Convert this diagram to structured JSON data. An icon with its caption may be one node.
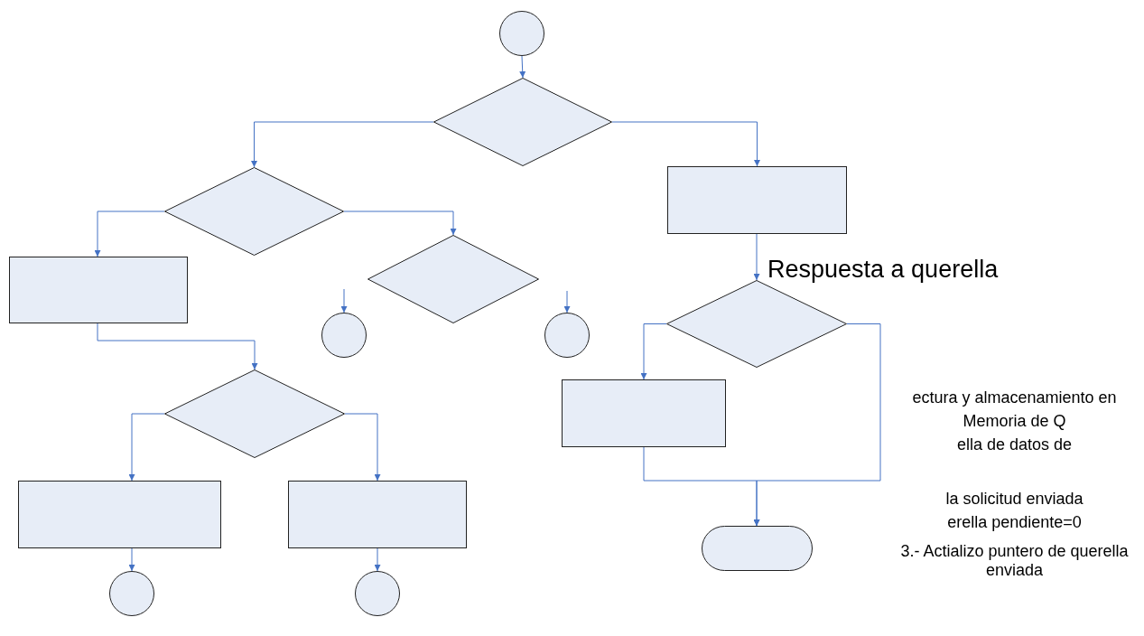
{
  "diagram": {
    "nodes": [
      {
        "text": [],
        "shape": "circle"
      },
      {
        "text": [],
        "shape": "diamond"
      },
      {
        "text": [],
        "shape": "diamond"
      },
      {
        "text": [],
        "shape": "box"
      },
      {
        "text": [],
        "shape": "box"
      },
      {
        "text": [],
        "shape": "diamond"
      },
      {
        "text": [],
        "shape": "diamond"
      },
      {
        "text": [],
        "shape": "circle"
      },
      {
        "text": [],
        "shape": "circle"
      },
      {
        "text": [],
        "shape": "diamond"
      },
      {
        "text": [],
        "shape": "box"
      },
      {
        "text": [],
        "shape": "box"
      },
      {
        "text": [],
        "shape": "box"
      },
      {
        "text": [],
        "shape": "terminal"
      },
      {
        "text": [],
        "shape": "circle"
      },
      {
        "text": [],
        "shape": "circle"
      }
    ],
    "edges": [
      {
        "from": 0,
        "to": 1,
        "arrow": "to"
      },
      {
        "from": 1,
        "to": 2,
        "arrow": "to"
      },
      {
        "from": 1,
        "to": 3,
        "arrow": "to"
      },
      {
        "from": 2,
        "to": 4,
        "arrow": "to"
      },
      {
        "from": 2,
        "to": 5,
        "arrow": "to"
      },
      {
        "from": null,
        "to": 7,
        "arrow": "to"
      },
      {
        "from": null,
        "to": 8,
        "arrow": "to"
      },
      {
        "from": 3,
        "to": 6,
        "arrow": "to"
      },
      {
        "from": 4,
        "to": 9,
        "arrow": "to"
      },
      {
        "from": 6,
        "to": 10,
        "arrow": "to"
      },
      {
        "from": 6,
        "to": 13,
        "arrow": "to"
      },
      {
        "from": 10,
        "to": 13,
        "arrow": "to"
      },
      {
        "from": 9,
        "to": 11,
        "arrow": "to"
      },
      {
        "from": 9,
        "to": 12,
        "arrow": "to"
      },
      {
        "from": 11,
        "to": 14,
        "arrow": "to"
      },
      {
        "from": 12,
        "to": 15,
        "arrow": "to"
      }
    ],
    "labels": [
      "Respuesta a querella",
      "ectura y almacenamiento en",
      "Memoria de Q",
      "ella de datos de",
      "la solicitud enviada",
      "erella pendiente=0",
      "3.- Actializo puntero de querella enviada"
    ]
  }
}
